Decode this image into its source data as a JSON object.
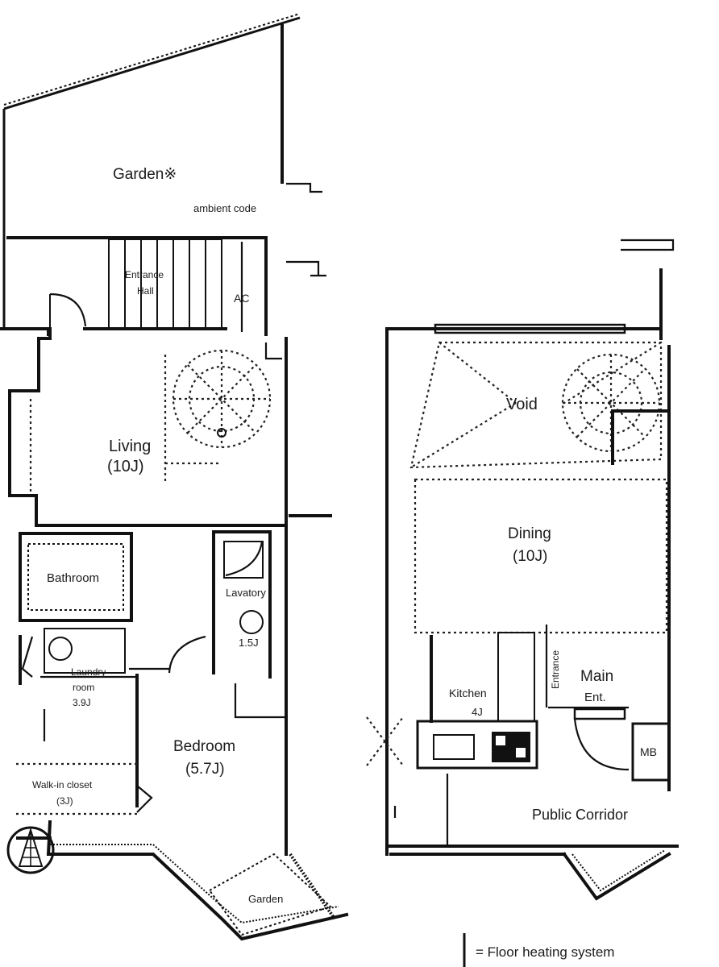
{
  "rooms": {
    "garden_top": "Garden※",
    "ambient": "ambient code",
    "entrance": "Entrance",
    "entrance_sub": "Hall",
    "ac": "AC",
    "living": "Living",
    "living_size": "(10J)",
    "bathroom": "Bathroom",
    "lavatory": "Lavatory",
    "lavatory_size": "1.5J",
    "laundry": "Laundry",
    "laundry_sub": "room",
    "laundry_size": "3.9J",
    "bedroom": "Bedroom",
    "bedroom_size": "(5.7J)",
    "walk_in": "Walk-in closet",
    "walk_in_size": "(3J)",
    "garden_bottom": "Garden",
    "void": "Void",
    "dining": "Dining",
    "dining_size": "(10J)",
    "kitchen": "Kitchen",
    "kitchen_size": "4J",
    "main_entrance": "Main",
    "main_entrance_sub": "Ent.",
    "mb": "MB",
    "public_corridor": "Public Corridor",
    "entrance_side": "Entrance"
  },
  "legend": {
    "text": "= Floor heating system"
  }
}
